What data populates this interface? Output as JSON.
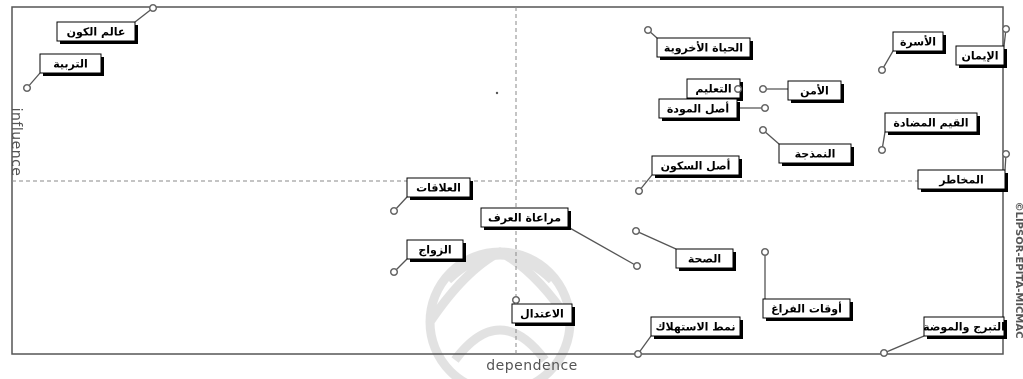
{
  "axes": {
    "x_label": "dependence",
    "y_label": "influence",
    "watermark": "©LIPSOR-EPITA-MICMAC"
  },
  "nodes": [
    {
      "id": "n1",
      "label": "عالم الكون"
    },
    {
      "id": "n2",
      "label": "التربية"
    },
    {
      "id": "n3",
      "label": "الحياة الأخروية"
    },
    {
      "id": "n4",
      "label": "الأسرة"
    },
    {
      "id": "n5",
      "label": "الإيمان"
    },
    {
      "id": "n6",
      "label": "التعليم"
    },
    {
      "id": "n7",
      "label": "الأمن"
    },
    {
      "id": "n8",
      "label": "أصل المودة"
    },
    {
      "id": "n9",
      "label": "القيم المضادة"
    },
    {
      "id": "n10",
      "label": "النمذجة"
    },
    {
      "id": "n11",
      "label": "أصل السكون"
    },
    {
      "id": "n12",
      "label": "المخاطر"
    },
    {
      "id": "n13",
      "label": "العلاقات"
    },
    {
      "id": "n14",
      "label": "مراعاة العرف"
    },
    {
      "id": "n15",
      "label": "الصحة"
    },
    {
      "id": "n16",
      "label": "الزواج"
    },
    {
      "id": "n17",
      "label": "أوقات الفراغ"
    },
    {
      "id": "n18",
      "label": "الاعتدال"
    },
    {
      "id": "n19",
      "label": "نمط الاستهلاك"
    },
    {
      "id": "n20",
      "label": "التبرج والموضة"
    }
  ]
}
